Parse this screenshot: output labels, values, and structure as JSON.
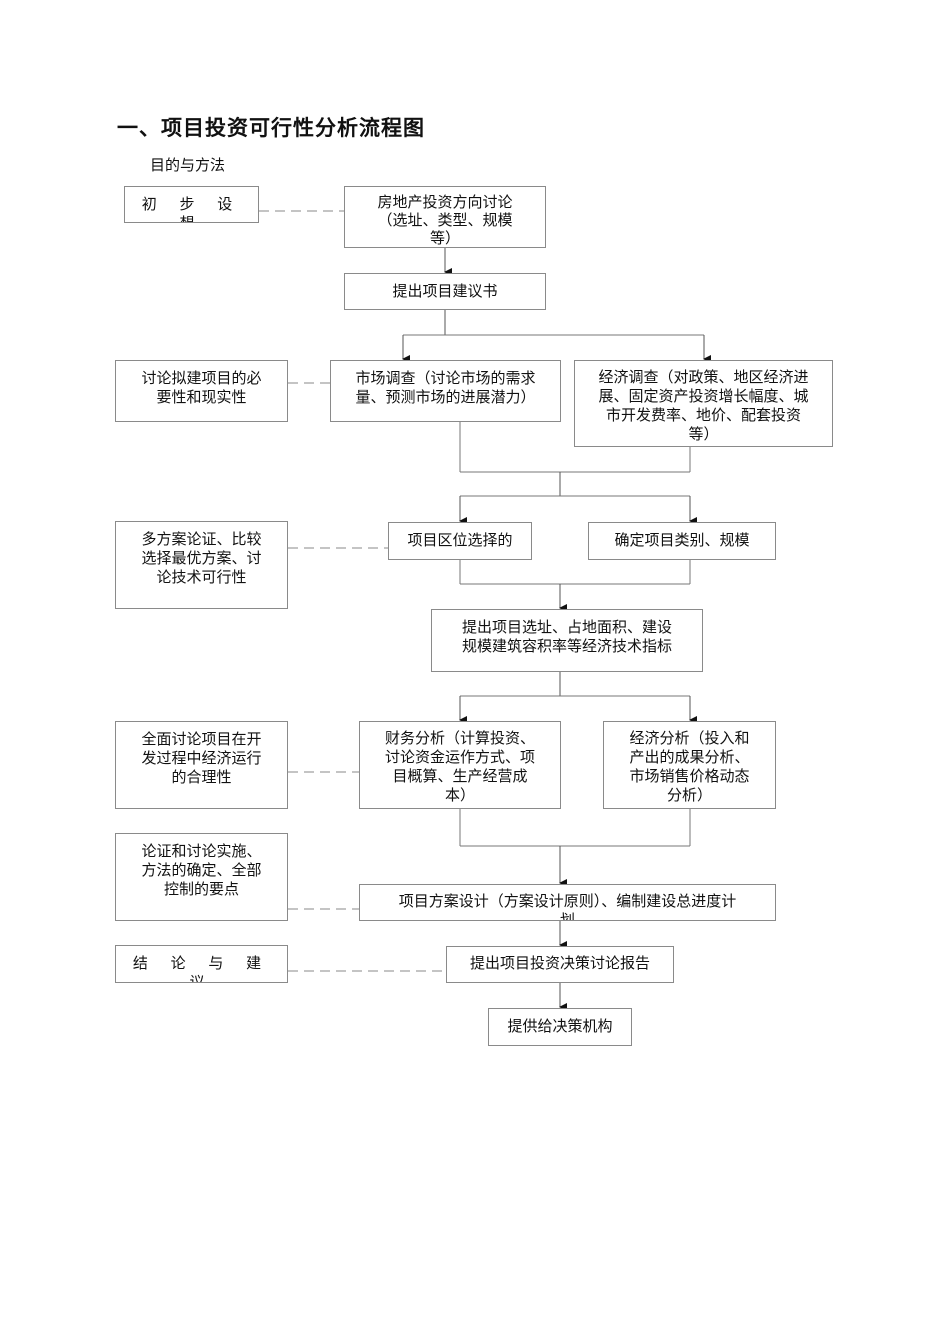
{
  "title": "一、项目投资可行性分析流程图",
  "subtitle": "目的与方法",
  "left": {
    "l1": "初 步 设 想",
    "l2": "讨论拟建项目的必\n要性和现实性",
    "l3": "多方案论证、比较\n选择最优方案、讨\n论技术可行性",
    "l4": "全面讨论项目在开\n发过程中经济运行\n的合理性",
    "l5": "论证和讨论实施、\n方法的确定、全部\n控制的要点",
    "l6": "结 论 与 建 议"
  },
  "flow": {
    "f1": "房地产投资方向讨论\n（选址、类型、规模\n等）",
    "f2": "提出项目建议书",
    "f3": "市场调查（讨论市场的需求\n量、预测市场的进展潜力）",
    "f4": "经济调查（对政策、地区经济进\n展、固定资产投资增长幅度、城\n市开发费率、地价、配套投资\n等）",
    "f5": "项目区位选择的",
    "f6": "确定项目类别、规模",
    "f7": "提出项目选址、占地面积、建设\n规模建筑容积率等经济技术指标",
    "f8": "财务分析（计算投资、\n讨论资金运作方式、项\n目概算、生产经营成\n本）",
    "f9": "经济分析（投入和\n产出的成果分析、\n市场销售价格动态\n分析）",
    "f10": "项目方案设计（方案设计原则）、编制建设总进度计\n划",
    "f11": "提出项目投资决策讨论报告",
    "f12": "提供给决策机构"
  }
}
